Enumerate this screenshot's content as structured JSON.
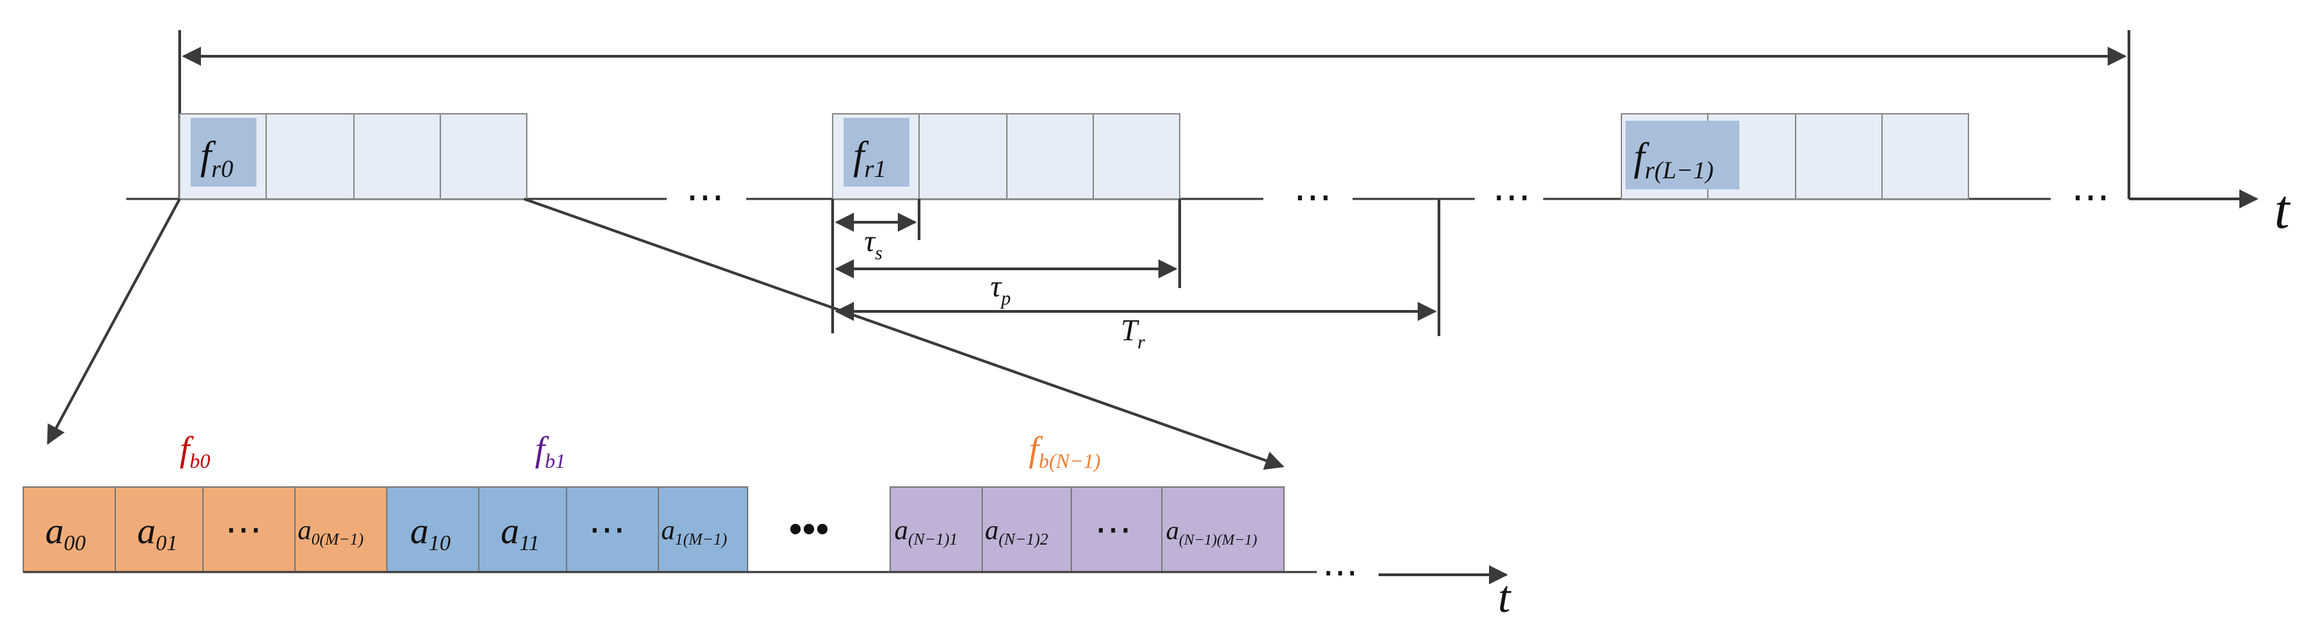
{
  "colors": {
    "line": "#3a3a3a",
    "cell_fill": "#e6edf6",
    "cell_stroke": "#8a8a8a",
    "tag_fill": "#a9bedb",
    "group0": "#f0ac78",
    "group1": "#8fb4d9",
    "group2": "#bfb2d6",
    "label0": "#c00000",
    "label1": "#5b1a8c",
    "label2": "#ed7d31"
  },
  "top": {
    "frames": [
      {
        "base": "f",
        "sub": "r0"
      },
      {
        "base": "f",
        "sub": "r1"
      },
      {
        "base": "f",
        "sub": "r(L−1)"
      }
    ],
    "ellipses": [
      "⋯",
      "⋯",
      "⋯",
      "⋯"
    ],
    "axis_label": "t",
    "tau_s": {
      "base": "τ",
      "sub": "s"
    },
    "tau_p": {
      "base": "τ",
      "sub": "p"
    },
    "T_r": {
      "base": "T",
      "sub": "r"
    }
  },
  "bottom": {
    "group_labels": [
      {
        "base": "f",
        "sub": "b0"
      },
      {
        "base": "f",
        "sub": "b1"
      },
      {
        "base": "f",
        "sub": "b(N−1)"
      }
    ],
    "cells": [
      {
        "base": "a",
        "sub": "00"
      },
      {
        "base": "a",
        "sub": "01"
      },
      {
        "text": "⋯"
      },
      {
        "base": "a",
        "sub": "0(M−1)"
      },
      {
        "base": "a",
        "sub": "10"
      },
      {
        "base": "a",
        "sub": "11"
      },
      {
        "text": "⋯"
      },
      {
        "base": "a",
        "sub": "1(M−1)"
      },
      {
        "base": "a",
        "sub": "(N−1)1"
      },
      {
        "base": "a",
        "sub": "(N−1)2"
      },
      {
        "text": "⋯"
      },
      {
        "base": "a",
        "sub": "(N−1)(M−1)"
      }
    ],
    "mid_ellipsis": "•••",
    "tail_ellipsis": "⋯",
    "axis_label": "t"
  }
}
